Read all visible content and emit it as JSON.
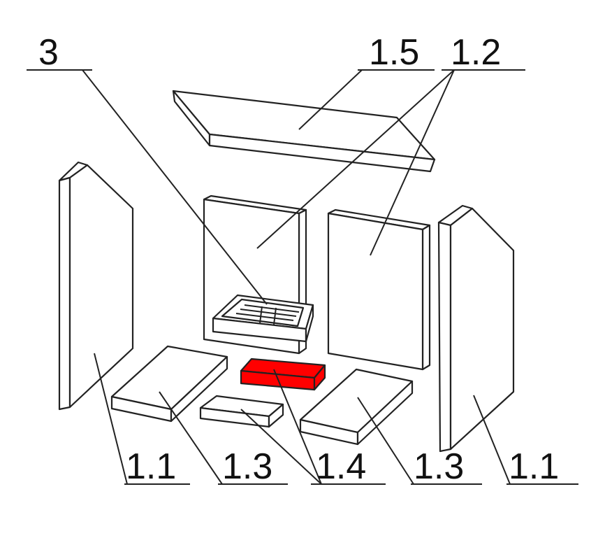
{
  "labels": {
    "part_3": "3",
    "part_1_5": "1.5",
    "part_1_2": "1.2",
    "part_1_1_left": "1.1",
    "part_1_3_left": "1.3",
    "part_1_4": "1.4",
    "part_1_3_right": "1.3",
    "part_1_1_right": "1.1"
  },
  "colors": {
    "highlight": "#ff0000",
    "line": "#222222"
  }
}
